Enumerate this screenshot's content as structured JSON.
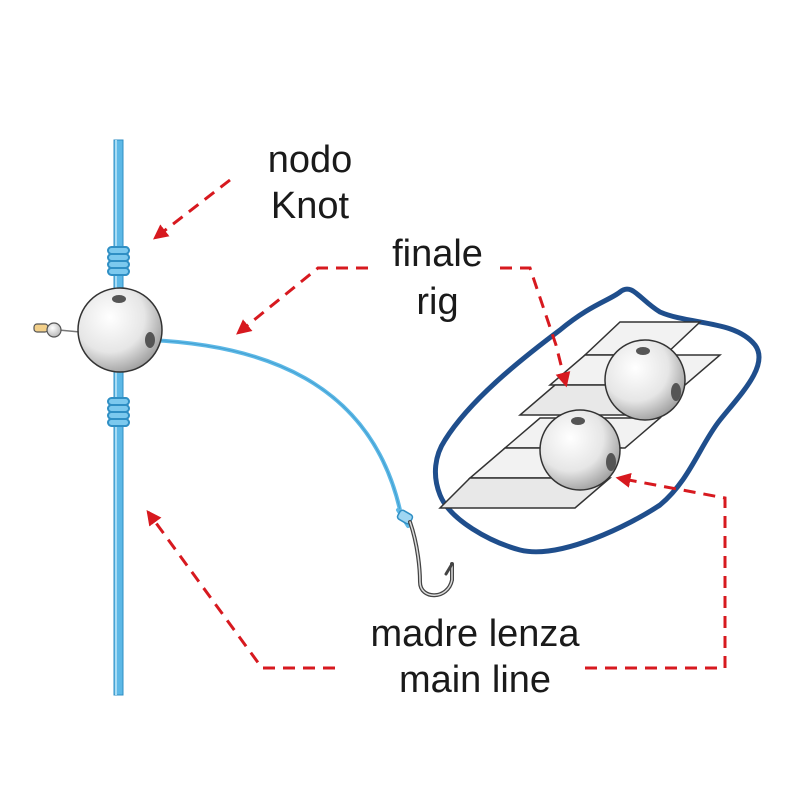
{
  "labels": {
    "knot_it": "nodo",
    "knot_en": "Knot",
    "rig_it": "finale",
    "rig_en": "rig",
    "mainline_it": "madre lenza",
    "mainline_en": "main line"
  },
  "colors": {
    "line": "#5db8e6",
    "line_dark": "#2f8fc4",
    "arrow": "#d7191f",
    "outline": "#1f4e8c",
    "bead_shade": "#8a8a8a"
  }
}
